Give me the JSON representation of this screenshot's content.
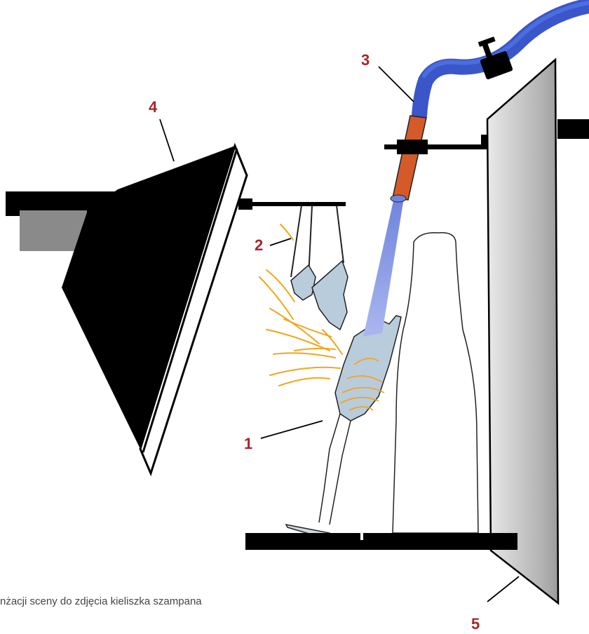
{
  "diagram": {
    "caption": "nżacji sceny do zdjęcia kieliszka szampana",
    "callouts": [
      {
        "id": "1",
        "label": "1"
      },
      {
        "id": "2",
        "label": "2"
      },
      {
        "id": "3",
        "label": "3"
      },
      {
        "id": "4",
        "label": "4"
      },
      {
        "id": "5",
        "label": "5"
      }
    ],
    "colors": {
      "label": "#a8262a",
      "hose": "#3a56c8",
      "hose_light": "#4a6ee0",
      "nozzle": "#d45a2a",
      "water_stream": "#8fa0e8",
      "glass_tint": "#b9ccdc",
      "splash": "#f2a51c",
      "reflector_panel": "#c4c4c4",
      "softbox_body": "#000000",
      "lamp_head": "#8a8a8a",
      "caption_text": "#444444"
    }
  }
}
